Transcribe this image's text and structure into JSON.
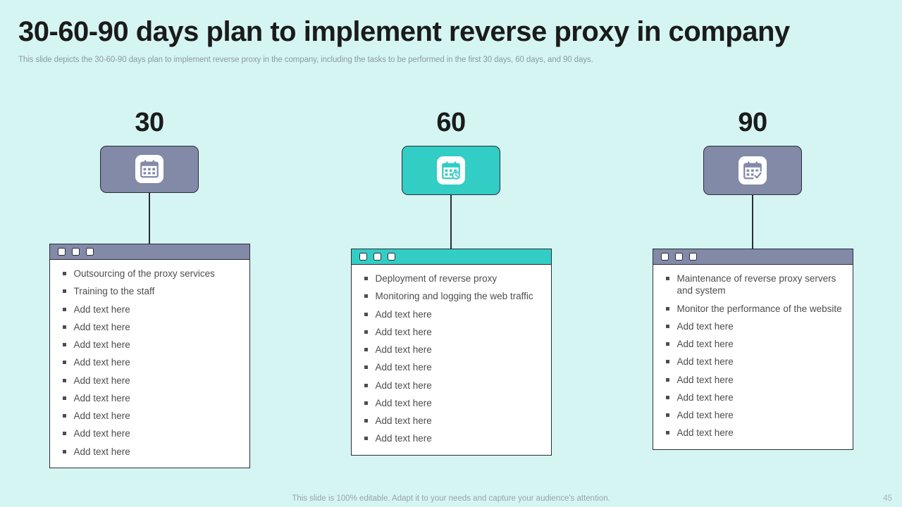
{
  "header": {
    "title": "30-60-90 days plan to implement reverse proxy in company",
    "subtitle": "This slide depicts the 30-60-90 days plan to implement reverse proxy in the company, including the tasks to be performed in the first 30 days, 60 days, and 90 days."
  },
  "colors": {
    "background": "#d5f5f2",
    "slate": "#828aa8",
    "teal": "#32cdc4",
    "outline": "#2c2c3a",
    "body_text": "#4d4d4d",
    "muted_text": "#97a5a5"
  },
  "columns": [
    {
      "day_number": "30",
      "accent": "slate",
      "icon": "calendar-icon",
      "window_dots": [
        "window-dot-1",
        "window-dot-2",
        "window-dot-3"
      ],
      "tasks": [
        "Outsourcing of the proxy services",
        "Training to the staff",
        "Add text here",
        "Add text here",
        "Add text here",
        "Add text here",
        "Add text here",
        "Add text here",
        "Add text here",
        "Add text here",
        "Add text here"
      ]
    },
    {
      "day_number": "60",
      "accent": "teal",
      "icon": "calendar-clock-icon",
      "window_dots": [
        "window-dot-1",
        "window-dot-2",
        "window-dot-3"
      ],
      "tasks": [
        "Deployment of reverse proxy",
        "Monitoring and logging the web traffic",
        "Add text here",
        "Add text here",
        "Add text here",
        "Add text here",
        "Add text here",
        "Add text here",
        "Add text here",
        "Add text here"
      ]
    },
    {
      "day_number": "90",
      "accent": "slate",
      "icon": "calendar-check-icon",
      "window_dots": [
        "window-dot-1",
        "window-dot-2",
        "window-dot-3"
      ],
      "tasks": [
        "Maintenance of reverse proxy servers and system",
        "Monitor the performance of the website",
        "Add text here",
        "Add text here",
        "Add text here",
        "Add text here",
        "Add text here",
        "Add text here",
        "Add text here"
      ]
    }
  ],
  "footer": {
    "note": "This slide is 100% editable. Adapt it to your needs and capture your audience's attention.",
    "page_number": "45"
  }
}
